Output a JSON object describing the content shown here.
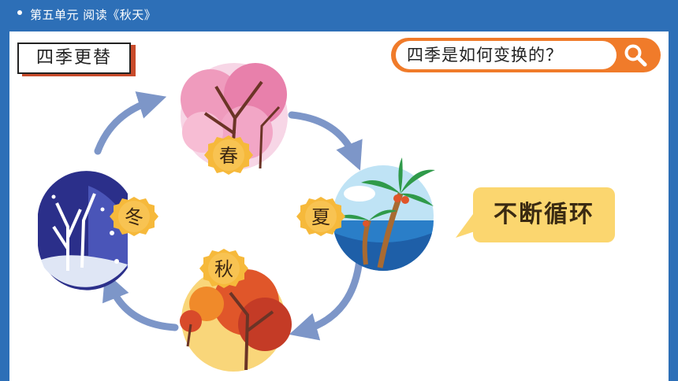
{
  "header": {
    "breadcrumb": "第五单元  阅读《秋天》"
  },
  "tag": {
    "label": "四季更替"
  },
  "question": {
    "text": "四季是如何变换的？",
    "icon": "search-icon"
  },
  "loop_label": "不断循环",
  "seasons": [
    {
      "id": "spring",
      "label": "春"
    },
    {
      "id": "summer",
      "label": "夏"
    },
    {
      "id": "autumn",
      "label": "秋"
    },
    {
      "id": "winter",
      "label": "冬"
    }
  ],
  "colors": {
    "header": "#2d6fb7",
    "accent_orange": "#f07b2a",
    "badge_yellow": "#f6b93b",
    "loop_bg": "#fbd66f",
    "arrow": "#7d96c8"
  }
}
